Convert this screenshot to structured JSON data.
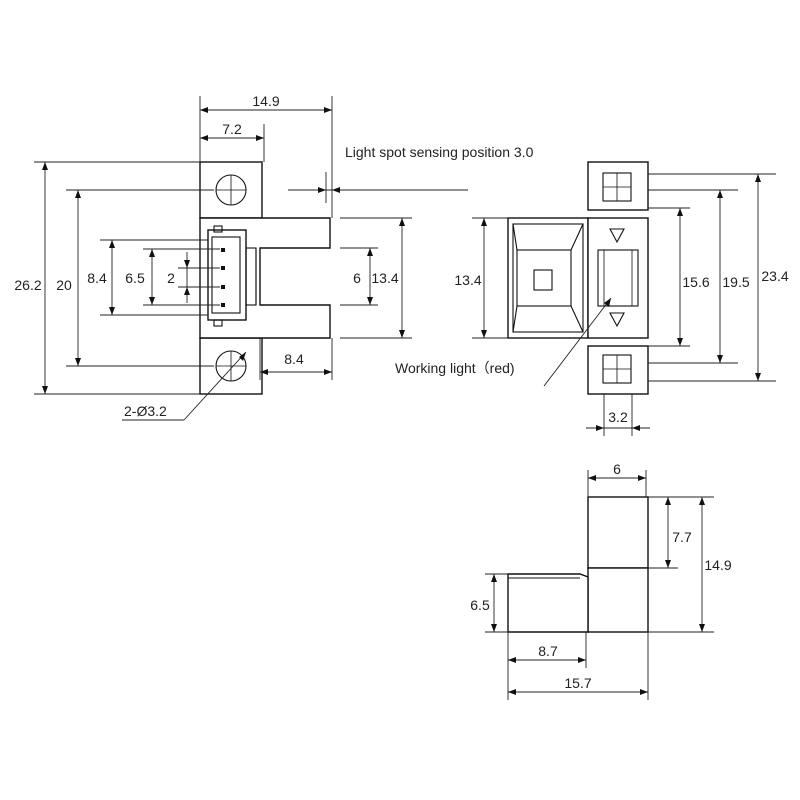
{
  "notes": {
    "light_spot": "Light spot sensing position 3.0",
    "working_light": "Working light（red)",
    "holes": "2-Ø3.2"
  },
  "dimensions": {
    "front": {
      "total_width": "14.9",
      "hole_offset": "7.2",
      "total_height": "26.2",
      "hole_pitch": "20",
      "connector_height": "8.4",
      "connector_span": "6.5",
      "pin_pitch": "2",
      "slot_gap": "6",
      "arm_span": "13.4",
      "slot_depth": "8.4"
    },
    "side": {
      "body_height": "13.4",
      "window_height": "15.6",
      "mid_span": "19.5",
      "total_height": "23.4",
      "slot_width": "3.2"
    },
    "top": {
      "post_width": "6",
      "post_height": "7.7",
      "total_height": "14.9",
      "base_height": "6.5",
      "connector_length": "8.7",
      "total_length": "15.7"
    }
  }
}
